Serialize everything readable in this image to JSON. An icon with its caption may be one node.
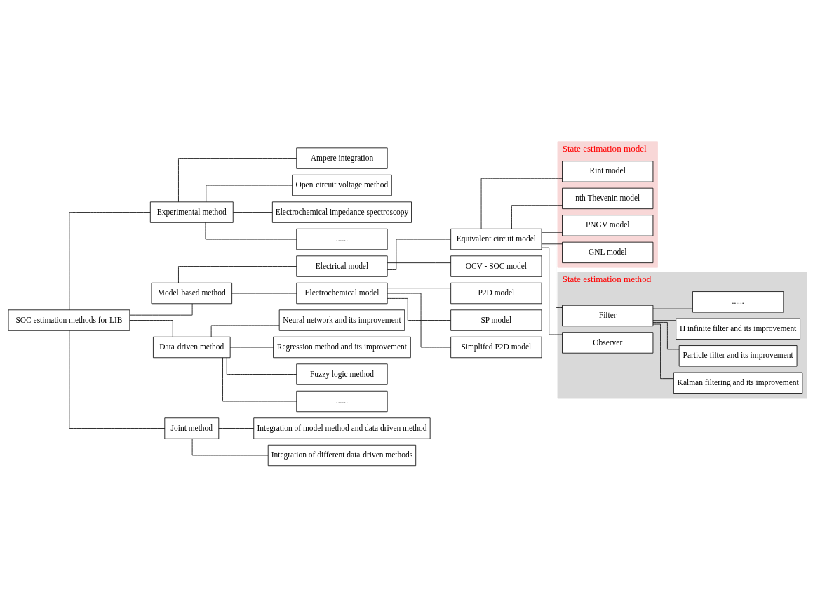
{
  "diagram": {
    "nodes": [
      {
        "text": [
          "SOC estimation methods for LIB"
        ]
      },
      {
        "text": [
          "Experimental method"
        ]
      },
      {
        "text": [
          "Ampere integration"
        ]
      },
      {
        "text": [
          "Open-circuit voltage method"
        ]
      },
      {
        "text": [
          "Electrochemical impedance spectroscopy"
        ]
      },
      {
        "text": [
          "......"
        ]
      },
      {
        "text": [
          "Model-based method"
        ]
      },
      {
        "text": [
          "Electrical model"
        ]
      },
      {
        "text": [
          "Equivalent circuit model"
        ]
      },
      {
        "text": [
          "OCV - SOC model"
        ]
      },
      {
        "text": [
          "Electrochemical model"
        ]
      },
      {
        "text": [
          "P2D model"
        ]
      },
      {
        "text": [
          "SP model"
        ]
      },
      {
        "text": [
          "Simplifed P2D model"
        ]
      },
      {
        "text": [
          "Data-driven method"
        ]
      },
      {
        "text": [
          "Neural network and its improvement"
        ]
      },
      {
        "text": [
          "Regression method and its improvement"
        ]
      },
      {
        "text": [
          "Fuzzy logic method"
        ]
      },
      {
        "text": [
          "......"
        ]
      },
      {
        "text": [
          "Joint method"
        ]
      },
      {
        "text": [
          "Integration of model method and data driven method"
        ]
      },
      {
        "text": [
          "Integration of different data-driven methods"
        ]
      },
      {
        "text": [
          "State estimation model"
        ]
      },
      {
        "text": [
          "Rint model"
        ],
        "in": 22
      },
      {
        "text": [
          "nth Thevenin model"
        ],
        "in": 22
      },
      {
        "text": [
          "PNGV model"
        ],
        "in": 22
      },
      {
        "text": [
          "GNL model"
        ],
        "in": 22
      },
      {
        "text": [
          "State estimation method"
        ]
      },
      {
        "text": [
          "Filter"
        ],
        "in": 27
      },
      {
        "text": [
          "Kalman filtering and its improvement"
        ],
        "in": 27
      },
      {
        "text": [
          "Particle filter and its improvement"
        ],
        "in": 27
      },
      {
        "text": [
          "H infinite filter and its improvement"
        ],
        "in": 27
      },
      {
        "text": [
          "......"
        ],
        "in": 27
      },
      {
        "text": [
          "Observer"
        ],
        "in": 27
      }
    ],
    "edges": [
      {
        "from": 0,
        "to": 1,
        "arrow": "none"
      },
      {
        "from": 0,
        "to": 6,
        "arrow": "none"
      },
      {
        "from": 0,
        "to": 14,
        "arrow": "none"
      },
      {
        "from": 0,
        "to": 19,
        "arrow": "none"
      },
      {
        "from": 1,
        "to": 2,
        "arrow": "none"
      },
      {
        "from": 1,
        "to": 3,
        "arrow": "none"
      },
      {
        "from": 1,
        "to": 4,
        "arrow": "none"
      },
      {
        "from": 1,
        "to": 5,
        "arrow": "none"
      },
      {
        "from": 6,
        "to": 7,
        "arrow": "none"
      },
      {
        "from": 6,
        "to": 10,
        "arrow": "none"
      },
      {
        "from": 7,
        "to": 8,
        "arrow": "none"
      },
      {
        "from": 7,
        "to": 9,
        "arrow": "none"
      },
      {
        "from": 10,
        "to": 11,
        "arrow": "none"
      },
      {
        "from": 10,
        "to": 12,
        "arrow": "none"
      },
      {
        "from": 10,
        "to": 13,
        "arrow": "none"
      },
      {
        "from": 14,
        "to": 15,
        "arrow": "none"
      },
      {
        "from": 14,
        "to": 16,
        "arrow": "none"
      },
      {
        "from": 14,
        "to": 17,
        "arrow": "none"
      },
      {
        "from": 14,
        "to": 18,
        "arrow": "none"
      },
      {
        "from": 19,
        "to": 20,
        "arrow": "none"
      },
      {
        "from": 19,
        "to": 21,
        "arrow": "none"
      },
      {
        "from": 8,
        "to": 23,
        "arrow": "none"
      },
      {
        "from": 8,
        "to": 24,
        "arrow": "none"
      },
      {
        "from": 8,
        "to": 25,
        "arrow": "none"
      },
      {
        "from": 8,
        "to": 26,
        "arrow": "none"
      },
      {
        "from": 8,
        "to": 28,
        "arrow": "none"
      },
      {
        "from": 8,
        "to": 33,
        "arrow": "none"
      },
      {
        "from": 28,
        "to": 29,
        "arrow": "none"
      },
      {
        "from": 28,
        "to": 30,
        "arrow": "none"
      },
      {
        "from": 28,
        "to": 31,
        "arrow": "none"
      },
      {
        "from": 28,
        "to": 32,
        "arrow": "none"
      }
    ]
  }
}
